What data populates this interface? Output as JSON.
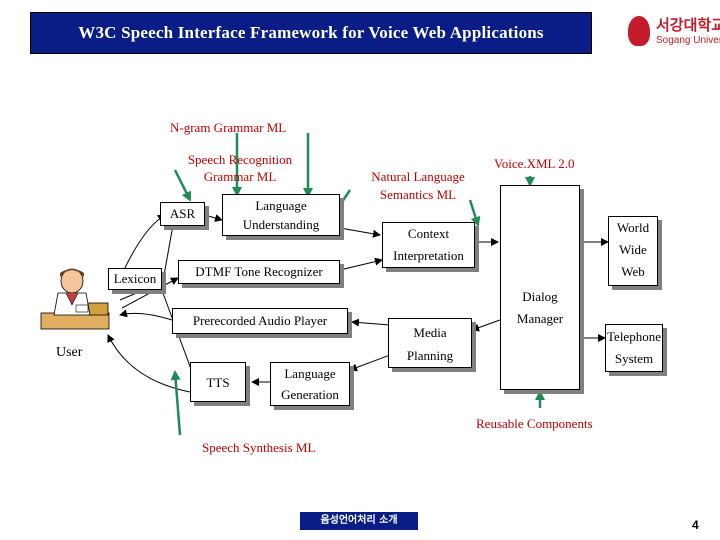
{
  "title": "W3C Speech Interface Framework for Voice Web Applications",
  "logo": {
    "korean": "서강대학교",
    "english": "Sogang University"
  },
  "labels": {
    "ngram": "N-gram Grammar ML",
    "srgs_line1": "Speech Recognition",
    "srgs_line2": "Grammar ML",
    "nlsml_line1": "Natural Language",
    "nlsml_line2": "Semantics ML",
    "voicexml": "Voice.XML 2.0",
    "reusable": "Reusable Components",
    "ssml": "Speech Synthesis ML"
  },
  "boxes": {
    "asr": "ASR",
    "lu_line1": "Language",
    "lu_line2": "Understanding",
    "lexicon": "Lexicon",
    "dtmf": "DTMF Tone Recognizer",
    "audio": "Prerecorded Audio Player",
    "tts": "TTS",
    "lg_line1": "Language",
    "lg_line2": "Generation",
    "ctx_line1": "Context",
    "ctx_line2": "Interpretation",
    "media_line1": "Media",
    "media_line2": "Planning",
    "dm_line1": "Dialog",
    "dm_line2": "Manager",
    "web_line1": "World",
    "web_line2": "Wide",
    "web_line3": "Web",
    "tel_line1": "Telephone",
    "tel_line2": "System",
    "user": "User"
  },
  "footer": {
    "badge": "음성언어처리 소개",
    "page": "4"
  },
  "colors": {
    "title_bg": "#0a1d86",
    "annotation": "#c00000",
    "arrow_green": "#1f8a5a",
    "shadow": "#808080"
  }
}
